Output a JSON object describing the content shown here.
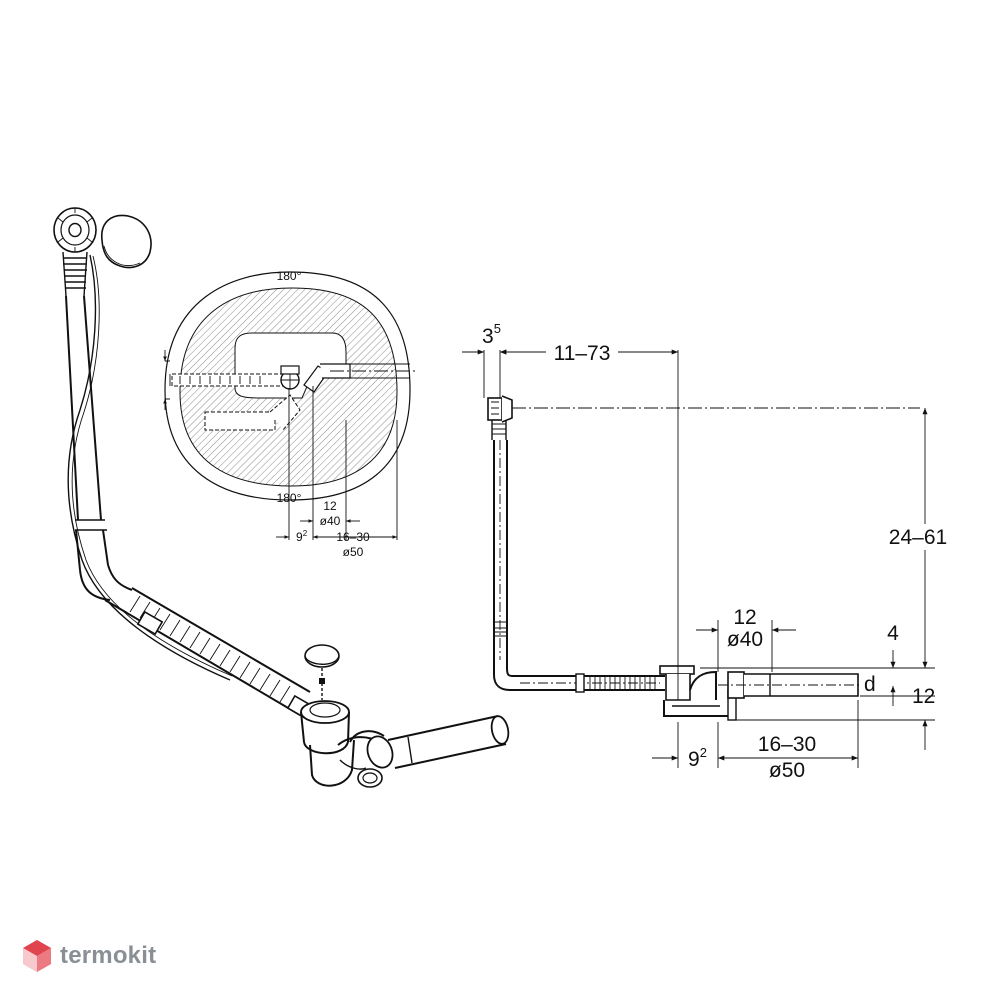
{
  "watermark": {
    "brand": "termokit",
    "icon": "hexagon-cube-logo"
  },
  "plan_view": {
    "angle_top": "180°",
    "angle_bottom": "180°",
    "dim_12": "12",
    "dim_d40": "ø40",
    "dim_9": "9",
    "dim_9_sup": "2",
    "dim_16_30": "16–30",
    "dim_d50": "ø50"
  },
  "side_view": {
    "dim_3": "3",
    "dim_3_sup": "5",
    "dim_11_73": "11–73",
    "dim_24_61": "24–61",
    "dim_12_top": "12",
    "dim_d40": "ø40",
    "dim_4": "4",
    "dim_d": "d",
    "dim_12_right": "12",
    "dim_9": "9",
    "dim_9_sup": "2",
    "dim_16_30": "16–30",
    "dim_d50": "ø50"
  },
  "colors": {
    "line": "#111111",
    "hatch": "#8c8c8c",
    "logo_red": "#e0454f",
    "logo_text": "#8a8f96"
  }
}
